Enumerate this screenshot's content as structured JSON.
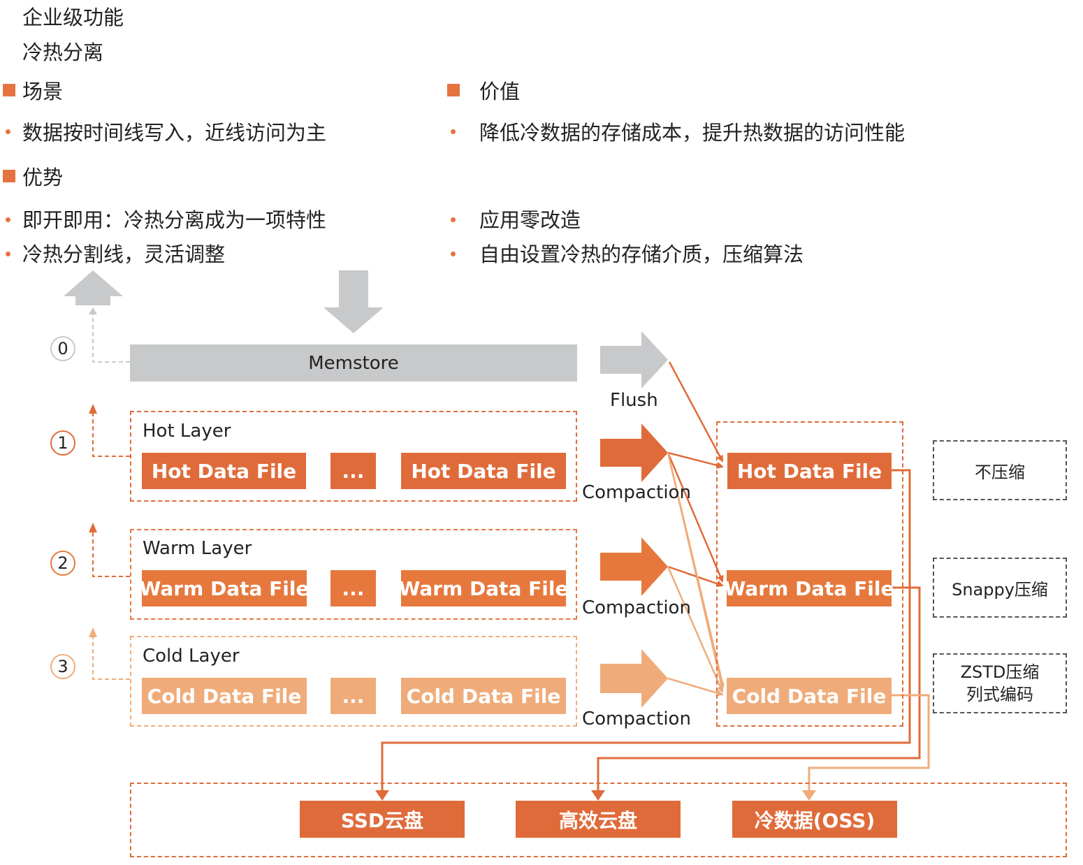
{
  "header": {
    "line1": "企业级功能",
    "line2": "冷热分离"
  },
  "sections": {
    "scene": {
      "title": "场景",
      "items": [
        "数据按时间线写入，近线访问为主"
      ]
    },
    "value": {
      "title": "价值",
      "items": [
        "降低冷数据的存储成本，提升热数据的访问性能"
      ]
    },
    "advantage": {
      "title": "优势",
      "left": [
        "即开即用：冷热分离成为一项特性",
        "冷热分割线，灵活调整"
      ],
      "right": [
        "应用零改造",
        "自由设置冷热的存储介质，压缩算法"
      ]
    }
  },
  "diagram": {
    "memstore": "Memstore",
    "flush": "Flush",
    "compaction": "Compaction",
    "levels": [
      "0",
      "1",
      "2",
      "3"
    ],
    "layers": {
      "hot": {
        "title": "Hot Layer",
        "file": "Hot Data File",
        "ellipsis": "..."
      },
      "warm": {
        "title": "Warm Layer",
        "file": "Warm Data File",
        "ellipsis": "..."
      },
      "cold": {
        "title": "Cold Layer",
        "file": "Cold Data File",
        "ellipsis": "..."
      }
    },
    "output": {
      "hot": "Hot Data File",
      "warm": "Warm Data File",
      "cold": "Cold Data File"
    },
    "compression": {
      "hot": "不压缩",
      "warm": "Snappy压缩",
      "cold_1": "ZSTD压缩",
      "cold_2": "列式编码"
    },
    "storage": {
      "ssd": "SSD云盘",
      "efficient": "高效云盘",
      "oss": "冷数据(OSS)"
    },
    "colors": {
      "hot": "#e06b3a",
      "warm": "#e6783d",
      "cold": "#efac7a",
      "gray": "#c8c9ca"
    }
  }
}
